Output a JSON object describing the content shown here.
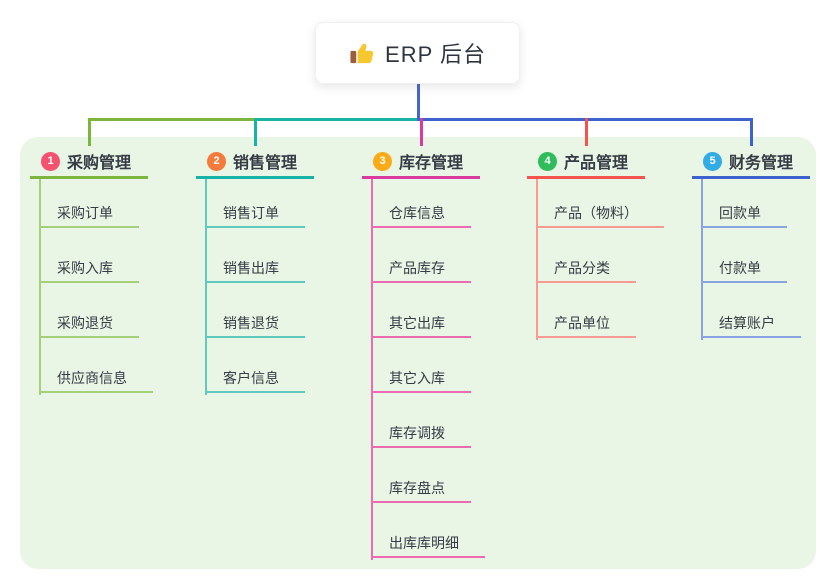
{
  "root": {
    "title": "ERP 后台",
    "icon": "thumbs-up",
    "line_color": "#4664cb"
  },
  "panel": {
    "background": "#eaf6e5"
  },
  "branches": [
    {
      "number": "1",
      "label": "采购管理",
      "badge_color": "#f4526e",
      "line_color": "#7eb53e",
      "child_line_color": "#a6cf7a",
      "children": [
        "采购订单",
        "采购入库",
        "采购退货",
        "供应商信息"
      ]
    },
    {
      "number": "2",
      "label": "销售管理",
      "badge_color": "#f57b3c",
      "line_color": "#17b3a6",
      "child_line_color": "#5fc9c0",
      "children": [
        "销售订单",
        "销售出库",
        "销售退货",
        "客户信息"
      ]
    },
    {
      "number": "3",
      "label": "库存管理",
      "badge_color": "#fbab18",
      "line_color": "#d93a9e",
      "child_line_color": "#ec6bb1",
      "children": [
        "仓库信息",
        "产品库存",
        "其它出库",
        "其它入库",
        "库存调拨",
        "库存盘点",
        "出库库明细"
      ]
    },
    {
      "number": "4",
      "label": "产品管理",
      "badge_color": "#2fbd5b",
      "line_color": "#f4534e",
      "child_line_color": "#f79b93",
      "children": [
        "产品（物料）",
        "产品分类",
        "产品单位"
      ]
    },
    {
      "number": "5",
      "label": "财务管理",
      "badge_color": "#31ace4",
      "line_color": "#3f62cf",
      "child_line_color": "#8aa3e3",
      "children": [
        "回款单",
        "付款单",
        "结算账户"
      ]
    }
  ]
}
